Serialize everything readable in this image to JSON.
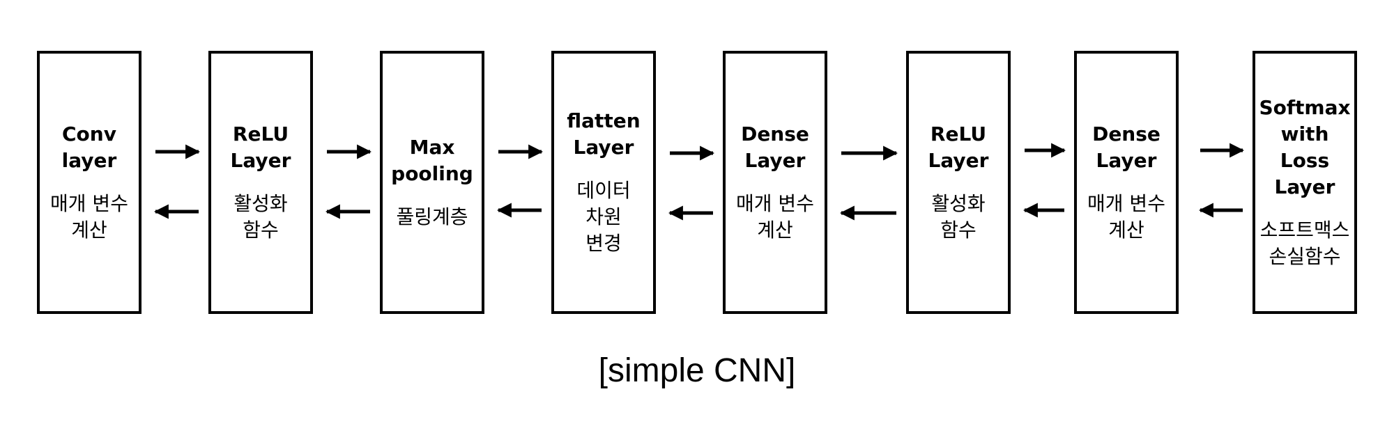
{
  "diagram": {
    "layers": [
      {
        "title": "Conv\nlayer",
        "desc": "매개 변수\n계산"
      },
      {
        "title": "ReLU\nLayer",
        "desc": "활성화\n함수"
      },
      {
        "title": "Max\npooling",
        "desc": "풀링계층"
      },
      {
        "title": "flatten\nLayer",
        "desc": "데이터\n차원\n변경"
      },
      {
        "title": "Dense\nLayer",
        "desc": "매개 변수\n계산"
      },
      {
        "title": "ReLU\nLayer",
        "desc": "활성화\n함수"
      },
      {
        "title": "Dense\nLayer",
        "desc": "매개 변수\n계산"
      },
      {
        "title": "Softmax\nwith\nLoss\nLayer",
        "desc": "소프트맥스\n손실함수"
      }
    ],
    "caption": "[simple CNN]"
  }
}
